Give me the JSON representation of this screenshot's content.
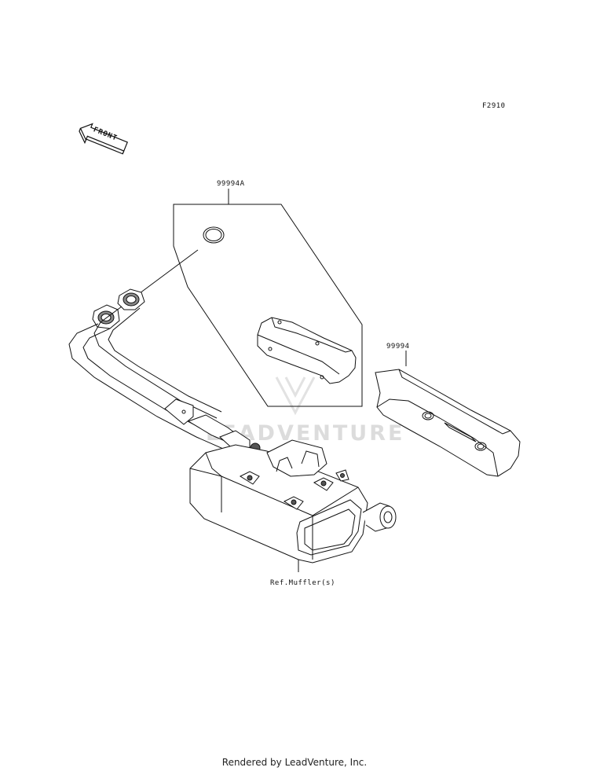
{
  "figure_code": "F2910",
  "front_arrow_text": "FRONT",
  "watermark_text": "LEADVENTURE",
  "parts": [
    {
      "number": "99994A"
    },
    {
      "number": "99994"
    }
  ],
  "reference_label": "Ref.Muffler(s)",
  "footer": "Rendered by LeadVenture, Inc.",
  "colors": {
    "line": "#111111",
    "background": "#ffffff",
    "watermark": "#dcdcdc"
  }
}
